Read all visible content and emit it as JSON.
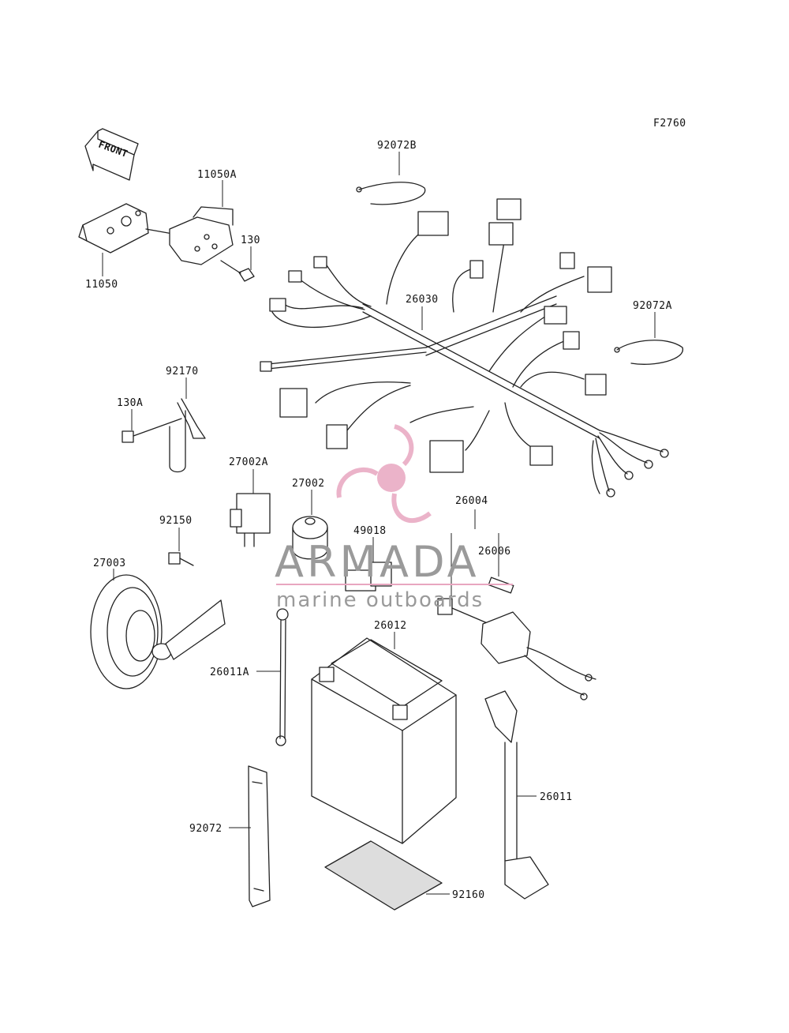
{
  "diagram": {
    "figure_code": "F2760",
    "front_label": "FRONT",
    "parts": [
      {
        "id": "p92072B",
        "number": "92072B"
      },
      {
        "id": "p11050A",
        "number": "11050A"
      },
      {
        "id": "p130",
        "number": "130"
      },
      {
        "id": "p11050",
        "number": "11050"
      },
      {
        "id": "p26030",
        "number": "26030"
      },
      {
        "id": "p92072A",
        "number": "92072A"
      },
      {
        "id": "p92170",
        "number": "92170"
      },
      {
        "id": "p130A",
        "number": "130A"
      },
      {
        "id": "p27002A",
        "number": "27002A"
      },
      {
        "id": "p27002",
        "number": "27002"
      },
      {
        "id": "p26004",
        "number": "26004"
      },
      {
        "id": "p92150",
        "number": "92150"
      },
      {
        "id": "p49018",
        "number": "49018"
      },
      {
        "id": "p26006",
        "number": "26006"
      },
      {
        "id": "p27003",
        "number": "27003"
      },
      {
        "id": "p26012",
        "number": "26012"
      },
      {
        "id": "p26011A",
        "number": "26011A"
      },
      {
        "id": "p26011",
        "number": "26011"
      },
      {
        "id": "p92072",
        "number": "92072"
      },
      {
        "id": "p92160",
        "number": "92160"
      }
    ]
  },
  "watermark": {
    "brand": "ARMADA",
    "tagline": "marine outboards",
    "color": "#e8a6c0"
  }
}
